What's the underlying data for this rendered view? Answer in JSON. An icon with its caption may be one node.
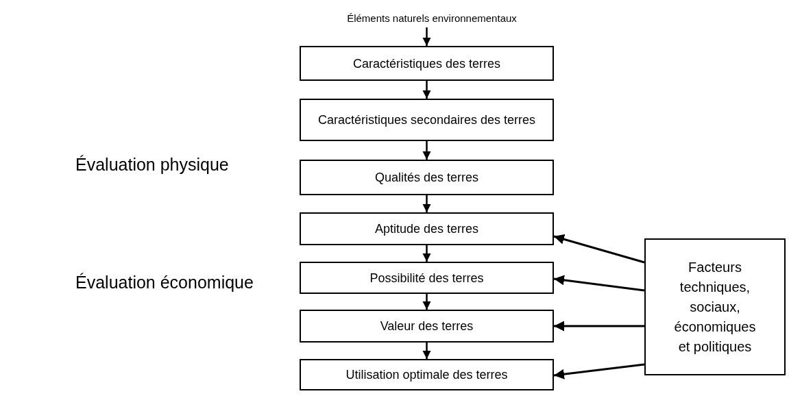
{
  "diagram": {
    "nodes": [
      {
        "text": [
          "Éléments naturels environnementaux"
        ]
      },
      {
        "text": [
          "Caractéristiques des terres"
        ]
      },
      {
        "text": [
          "Caractéristiques secondaires des terres"
        ]
      },
      {
        "text": [
          "Qualités des terres"
        ]
      },
      {
        "text": [
          "Aptitude des terres"
        ]
      },
      {
        "text": [
          "Possibilité des terres"
        ]
      },
      {
        "text": [
          "Valeur des terres"
        ]
      },
      {
        "text": [
          "Utilisation optimale des terres"
        ]
      },
      {
        "text": [
          "Facteurs techniques, sociaux, économiques et politiques"
        ]
      }
    ],
    "edges": [
      {
        "from": 0,
        "to": 1,
        "arrow": "to"
      },
      {
        "from": 1,
        "to": 2,
        "arrow": "to"
      },
      {
        "from": 2,
        "to": 3,
        "arrow": "to"
      },
      {
        "from": 3,
        "to": 4,
        "arrow": "to"
      },
      {
        "from": 4,
        "to": 5,
        "arrow": "to"
      },
      {
        "from": 5,
        "to": 6,
        "arrow": "to"
      },
      {
        "from": 6,
        "to": 7,
        "arrow": "to"
      },
      {
        "from": 8,
        "to": 4,
        "arrow": "to"
      },
      {
        "from": 8,
        "to": 5,
        "arrow": "to"
      },
      {
        "from": 8,
        "to": 6,
        "arrow": "to"
      },
      {
        "from": 8,
        "to": 7,
        "arrow": "to"
      }
    ],
    "labels": [
      "Évaluation physique",
      "Évaluation économique"
    ]
  }
}
